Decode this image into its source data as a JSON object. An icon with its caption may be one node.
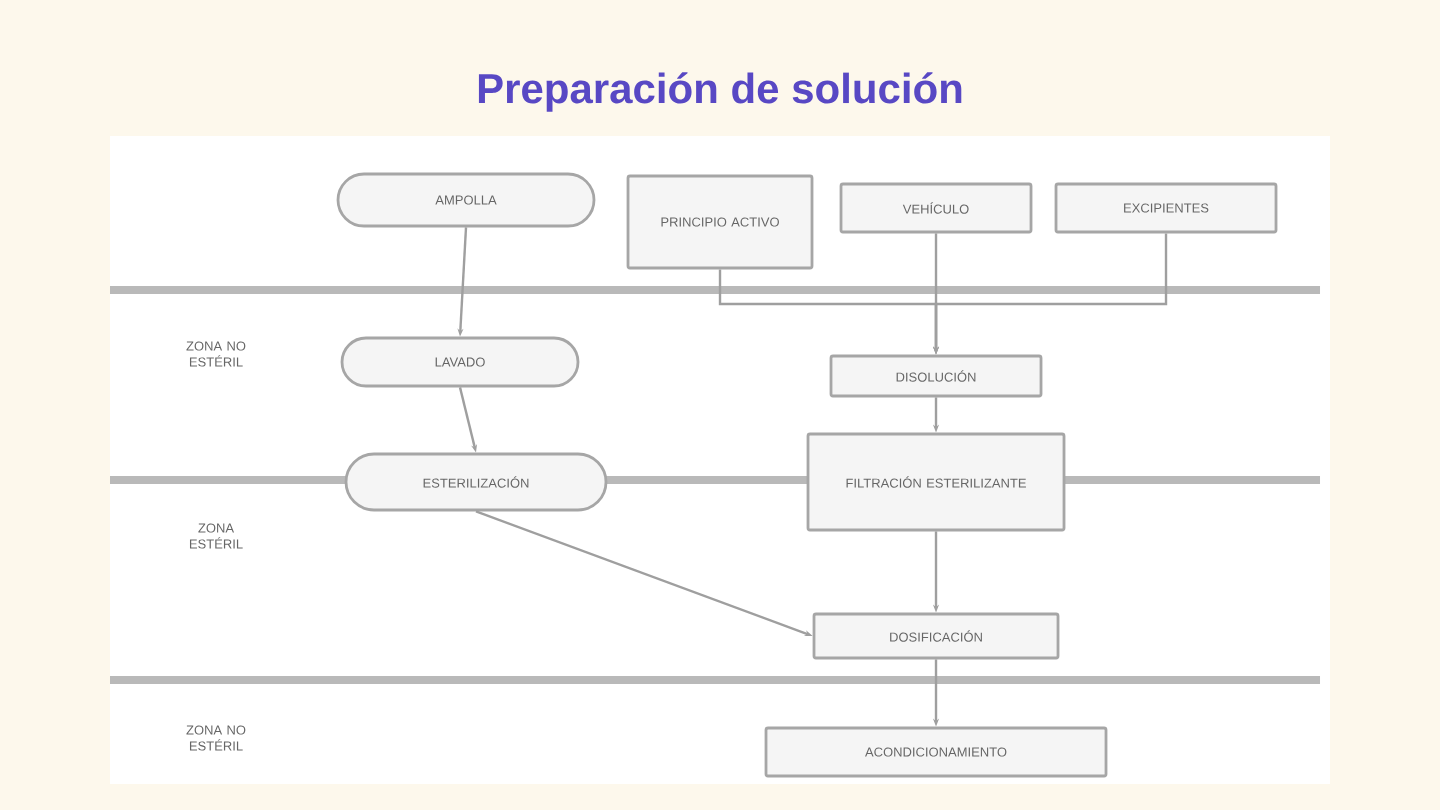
{
  "diagram": {
    "title": "Preparación de solución",
    "nodes": [
      {
        "text": [
          "AMPOLLA"
        ]
      },
      {
        "text": [
          "PRINCIPIO ACTIVO"
        ]
      },
      {
        "text": [
          "VEHÍCULO"
        ]
      },
      {
        "text": [
          "EXCIPIENTES"
        ]
      },
      {
        "text": [
          "LAVADO"
        ]
      },
      {
        "text": [
          "DISOLUCIÓN"
        ]
      },
      {
        "text": [
          "ESTERILIZACIÓN"
        ]
      },
      {
        "text": [
          "FILTRACIÓN ESTERILIZANTE"
        ]
      },
      {
        "text": [
          "DOSIFICACIÓN"
        ]
      },
      {
        "text": [
          "ACONDICIONAMIENTO"
        ]
      }
    ],
    "edges": [
      {
        "from": 0,
        "to": 4,
        "arrow": "to"
      },
      {
        "from": 1,
        "to": 5,
        "arrow": "to"
      },
      {
        "from": 2,
        "to": 5,
        "arrow": "to"
      },
      {
        "from": 3,
        "to": 5,
        "arrow": "to"
      },
      {
        "from": 4,
        "to": 6,
        "arrow": "to"
      },
      {
        "from": 5,
        "to": 7,
        "arrow": "to"
      },
      {
        "from": 7,
        "to": 8,
        "arrow": "to"
      },
      {
        "from": 6,
        "to": 8,
        "arrow": "to"
      },
      {
        "from": 8,
        "to": 9,
        "arrow": "to"
      }
    ],
    "labels": [
      "ZONA NO ESTÉRIL",
      "ZONA ESTÉRIL",
      "ZONA NO ESTÉRIL"
    ]
  }
}
